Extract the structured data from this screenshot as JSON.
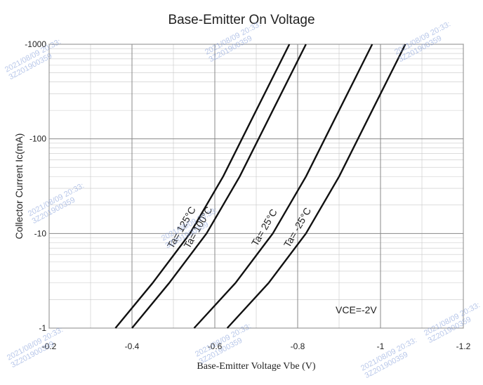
{
  "chart_data": {
    "type": "line",
    "title": "Base-Emitter On Voltage",
    "xlabel": "Base-Emitter Voltage   Vbe  (V)",
    "ylabel": "Collector Current   Ic(mA)",
    "y_scale": "log",
    "ylim": [
      -1,
      -1000
    ],
    "y_ticks": [
      {
        "value": -1000,
        "label": "-1000"
      },
      {
        "value": -100,
        "label": "-100"
      },
      {
        "value": -10,
        "label": "-10"
      },
      {
        "value": -1,
        "label": "-1"
      }
    ],
    "xlim": [
      -0.2,
      -1.2
    ],
    "x_ticks": [
      {
        "value": -0.2,
        "label": "-0.2"
      },
      {
        "value": -0.4,
        "label": "-0.4"
      },
      {
        "value": -0.6,
        "label": "-0.6"
      },
      {
        "value": -0.8,
        "label": "-0.8"
      },
      {
        "value": -1.0,
        "label": "-1"
      },
      {
        "value": -1.2,
        "label": "-1.2"
      }
    ],
    "grid": true,
    "annotations": [
      "VCE=-2V"
    ],
    "series": [
      {
        "name": "Ta= 125°C",
        "color": "#111111",
        "x": [
          -0.36,
          -0.45,
          -0.54,
          -0.62,
          -0.7,
          -0.78
        ],
        "y": [
          -1,
          -3,
          -10,
          -40,
          -200,
          -1000
        ]
      },
      {
        "name": "Ta= 100°C",
        "color": "#111111",
        "x": [
          -0.4,
          -0.49,
          -0.58,
          -0.66,
          -0.74,
          -0.82
        ],
        "y": [
          -1,
          -3,
          -10,
          -40,
          -200,
          -1000
        ]
      },
      {
        "name": "Ta= 25°C",
        "color": "#111111",
        "x": [
          -0.55,
          -0.65,
          -0.74,
          -0.82,
          -0.9,
          -0.98
        ],
        "y": [
          -1,
          -3,
          -10,
          -40,
          -200,
          -1000
        ]
      },
      {
        "name": "Ta= -25°C",
        "color": "#111111",
        "x": [
          -0.63,
          -0.73,
          -0.82,
          -0.9,
          -0.98,
          -1.06
        ],
        "y": [
          -1,
          -3,
          -10,
          -40,
          -200,
          -1000
        ]
      }
    ]
  },
  "watermark": {
    "lines": [
      "2021/08/09 20:33:",
      "3Z201900359"
    ]
  }
}
